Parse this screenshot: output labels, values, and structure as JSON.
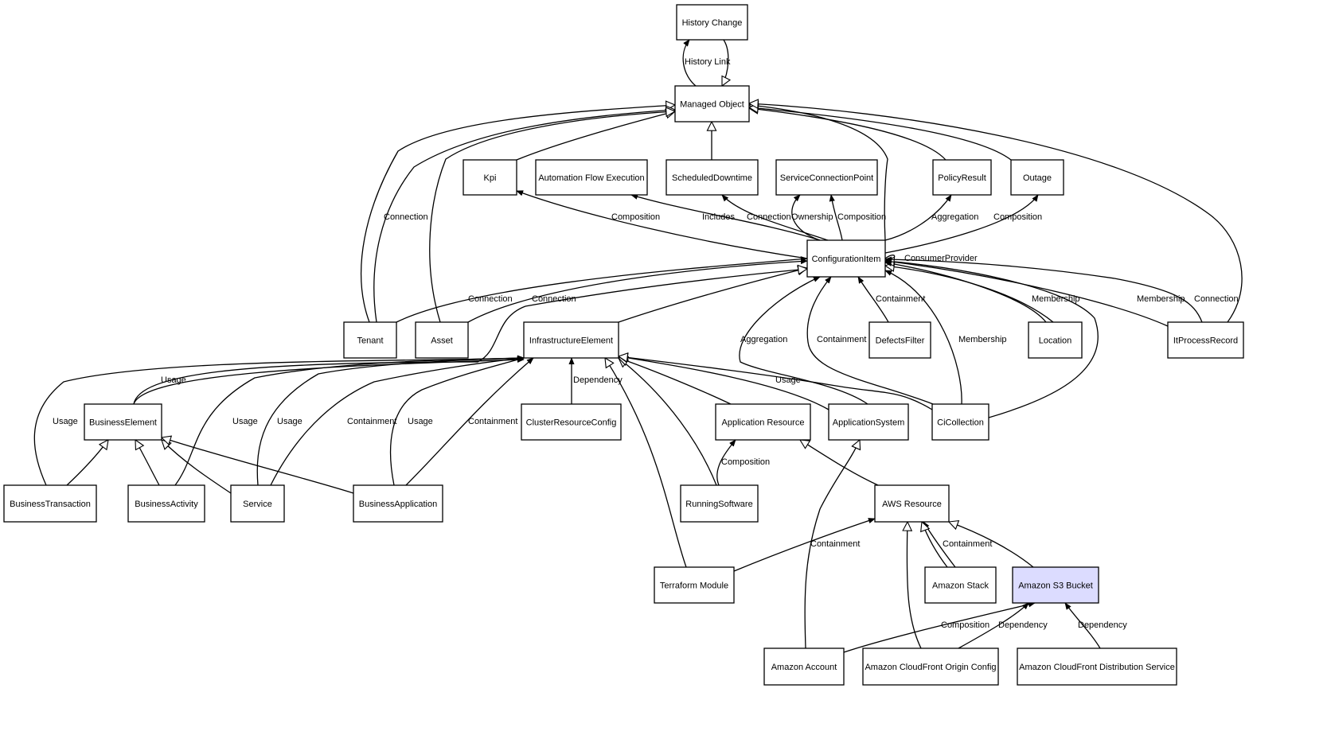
{
  "colors": {
    "background": "#ffffff",
    "line": "#000000",
    "highlight": "#dcdcff"
  },
  "nodes": [
    {
      "id": "history_change",
      "label": "History Change"
    },
    {
      "id": "managed_object",
      "label": "Managed Object"
    },
    {
      "id": "kpi",
      "label": "Kpi"
    },
    {
      "id": "automation_flow",
      "label": "Automation Flow Execution"
    },
    {
      "id": "scheduled_downtime",
      "label": "ScheduledDowntime"
    },
    {
      "id": "service_connection_point",
      "label": "ServiceConnectionPoint"
    },
    {
      "id": "policy_result",
      "label": "PolicyResult"
    },
    {
      "id": "outage",
      "label": "Outage"
    },
    {
      "id": "configuration_item",
      "label": "ConfigurationItem"
    },
    {
      "id": "tenant",
      "label": "Tenant"
    },
    {
      "id": "asset",
      "label": "Asset"
    },
    {
      "id": "infrastructure_element",
      "label": "InfrastructureElement"
    },
    {
      "id": "defects_filter",
      "label": "DefectsFilter"
    },
    {
      "id": "location",
      "label": "Location"
    },
    {
      "id": "it_process_record",
      "label": "ItProcessRecord"
    },
    {
      "id": "business_element",
      "label": "BusinessElement"
    },
    {
      "id": "cluster_resource_config",
      "label": "ClusterResourceConfig"
    },
    {
      "id": "application_resource",
      "label": "Application Resource"
    },
    {
      "id": "application_system",
      "label": "ApplicationSystem"
    },
    {
      "id": "ci_collection",
      "label": "CiCollection"
    },
    {
      "id": "business_transaction",
      "label": "BusinessTransaction"
    },
    {
      "id": "business_activity",
      "label": "BusinessActivity"
    },
    {
      "id": "service",
      "label": "Service"
    },
    {
      "id": "business_application",
      "label": "BusinessApplication"
    },
    {
      "id": "running_software",
      "label": "RunningSoftware"
    },
    {
      "id": "aws_resource",
      "label": "AWS Resource"
    },
    {
      "id": "terraform_module",
      "label": "Terraform Module"
    },
    {
      "id": "amazon_stack",
      "label": "Amazon Stack"
    },
    {
      "id": "amazon_s3_bucket",
      "label": "Amazon S3 Bucket",
      "highlight": true
    },
    {
      "id": "amazon_account",
      "label": "Amazon Account"
    },
    {
      "id": "cloudfront_origin_config",
      "label": "Amazon CloudFront Origin Config"
    },
    {
      "id": "cloudfront_distribution_service",
      "label": "Amazon CloudFront Distribution Service"
    }
  ],
  "edges": [
    {
      "from": "managed_object",
      "to": "history_change",
      "type": "association",
      "label": "History Link"
    },
    {
      "from": "history_change",
      "to": "managed_object",
      "type": "inheritance",
      "label": ""
    },
    {
      "from": "scheduled_downtime",
      "to": "managed_object",
      "type": "inheritance",
      "label": ""
    },
    {
      "from": "kpi",
      "to": "managed_object",
      "type": "inheritance",
      "label": ""
    },
    {
      "from": "tenant",
      "to": "managed_object",
      "type": "inheritance",
      "label": ""
    },
    {
      "from": "tenant",
      "to": "managed_object",
      "type": "inheritance",
      "label": "Connection"
    },
    {
      "from": "asset",
      "to": "managed_object",
      "type": "inheritance",
      "label": ""
    },
    {
      "from": "configuration_item",
      "to": "managed_object",
      "type": "inheritance",
      "label": ""
    },
    {
      "from": "policy_result",
      "to": "managed_object",
      "type": "inheritance",
      "label": ""
    },
    {
      "from": "outage",
      "to": "managed_object",
      "type": "inheritance",
      "label": ""
    },
    {
      "from": "it_process_record",
      "to": "managed_object",
      "type": "inheritance",
      "label": ""
    },
    {
      "from": "configuration_item",
      "to": "kpi",
      "type": "association",
      "label": "Composition"
    },
    {
      "from": "configuration_item",
      "to": "automation_flow",
      "type": "association",
      "label": "Includes"
    },
    {
      "from": "configuration_item",
      "to": "scheduled_downtime",
      "type": "association",
      "label": "Connection"
    },
    {
      "from": "configuration_item",
      "to": "service_connection_point",
      "type": "association",
      "label": "Ownership"
    },
    {
      "from": "configuration_item",
      "to": "service_connection_point",
      "type": "association",
      "label": "Composition"
    },
    {
      "from": "configuration_item",
      "to": "policy_result",
      "type": "association",
      "label": "Aggregation"
    },
    {
      "from": "configuration_item",
      "to": "outage",
      "type": "association",
      "label": "Composition"
    },
    {
      "from": "configuration_item",
      "to": "configuration_item",
      "type": "association",
      "label": "ConsumerProvider"
    },
    {
      "from": "tenant",
      "to": "configuration_item",
      "type": "association",
      "label": "Connection"
    },
    {
      "from": "asset",
      "to": "configuration_item",
      "type": "association",
      "label": "Connection"
    },
    {
      "from": "infrastructure_element",
      "to": "configuration_item",
      "type": "inheritance",
      "label": ""
    },
    {
      "from": "business_element",
      "to": "configuration_item",
      "type": "inheritance",
      "label": ""
    },
    {
      "from": "application_system",
      "to": "configuration_item",
      "type": "association",
      "label": "Aggregation"
    },
    {
      "from": "ci_collection",
      "to": "configuration_item",
      "type": "association",
      "label": "Containment"
    },
    {
      "from": "defects_filter",
      "to": "configuration_item",
      "type": "association",
      "label": "Containment"
    },
    {
      "from": "ci_collection",
      "to": "configuration_item",
      "type": "association",
      "label": "Membership"
    },
    {
      "from": "location",
      "to": "configuration_item",
      "type": "inheritance",
      "label": ""
    },
    {
      "from": "location",
      "to": "configuration_item",
      "type": "association",
      "label": "Membership"
    },
    {
      "from": "ci_collection",
      "to": "configuration_item",
      "type": "inheritance",
      "label": ""
    },
    {
      "from": "it_process_record",
      "to": "configuration_item",
      "type": "association",
      "label": "Membership"
    },
    {
      "from": "it_process_record",
      "to": "configuration_item",
      "type": "association",
      "label": "Connection"
    },
    {
      "from": "business_element",
      "to": "infrastructure_element",
      "type": "association",
      "label": "Usage"
    },
    {
      "from": "business_transaction",
      "to": "infrastructure_element",
      "type": "association",
      "label": "Usage"
    },
    {
      "from": "business_activity",
      "to": "infrastructure_element",
      "type": "association",
      "label": "Usage"
    },
    {
      "from": "service",
      "to": "infrastructure_element",
      "type": "association",
      "label": "Usage"
    },
    {
      "from": "service",
      "to": "infrastructure_element",
      "type": "association",
      "label": "Containment"
    },
    {
      "from": "business_application",
      "to": "infrastructure_element",
      "type": "association",
      "label": "Usage"
    },
    {
      "from": "business_application",
      "to": "infrastructure_element",
      "type": "association",
      "label": "Containment"
    },
    {
      "from": "cluster_resource_config",
      "to": "infrastructure_element",
      "type": "association",
      "label": "Dependency"
    },
    {
      "from": "terraform_module",
      "to": "infrastructure_element",
      "type": "inheritance",
      "label": ""
    },
    {
      "from": "running_software",
      "to": "infrastructure_element",
      "type": "inheritance",
      "label": ""
    },
    {
      "from": "application_resource",
      "to": "infrastructure_element",
      "type": "inheritance",
      "label": ""
    },
    {
      "from": "application_system",
      "to": "infrastructure_element",
      "type": "inheritance",
      "label": ""
    },
    {
      "from": "ci_collection",
      "to": "infrastructure_element",
      "type": "inheritance",
      "label": "Usage"
    },
    {
      "from": "business_transaction",
      "to": "business_element",
      "type": "inheritance",
      "label": ""
    },
    {
      "from": "business_activity",
      "to": "business_element",
      "type": "inheritance",
      "label": ""
    },
    {
      "from": "service",
      "to": "business_element",
      "type": "inheritance",
      "label": ""
    },
    {
      "from": "business_application",
      "to": "business_element",
      "type": "inheritance",
      "label": ""
    },
    {
      "from": "running_software",
      "to": "application_resource",
      "type": "association",
      "label": "Composition"
    },
    {
      "from": "aws_resource",
      "to": "application_resource",
      "type": "inheritance",
      "label": ""
    },
    {
      "from": "amazon_account",
      "to": "application_system",
      "type": "inheritance",
      "label": ""
    },
    {
      "from": "terraform_module",
      "to": "aws_resource",
      "type": "association",
      "label": "Containment"
    },
    {
      "from": "amazon_stack",
      "to": "aws_resource",
      "type": "association",
      "label": "Containment"
    },
    {
      "from": "amazon_stack",
      "to": "aws_resource",
      "type": "inheritance",
      "label": ""
    },
    {
      "from": "amazon_s3_bucket",
      "to": "aws_resource",
      "type": "inheritance",
      "label": ""
    },
    {
      "from": "cloudfront_origin_config",
      "to": "aws_resource",
      "type": "inheritance",
      "label": ""
    },
    {
      "from": "amazon_account",
      "to": "amazon_s3_bucket",
      "type": "association",
      "label": "Composition"
    },
    {
      "from": "cloudfront_origin_config",
      "to": "amazon_s3_bucket",
      "type": "association",
      "label": "Dependency"
    },
    {
      "from": "cloudfront_distribution_service",
      "to": "amazon_s3_bucket",
      "type": "association",
      "label": "Dependency"
    }
  ]
}
